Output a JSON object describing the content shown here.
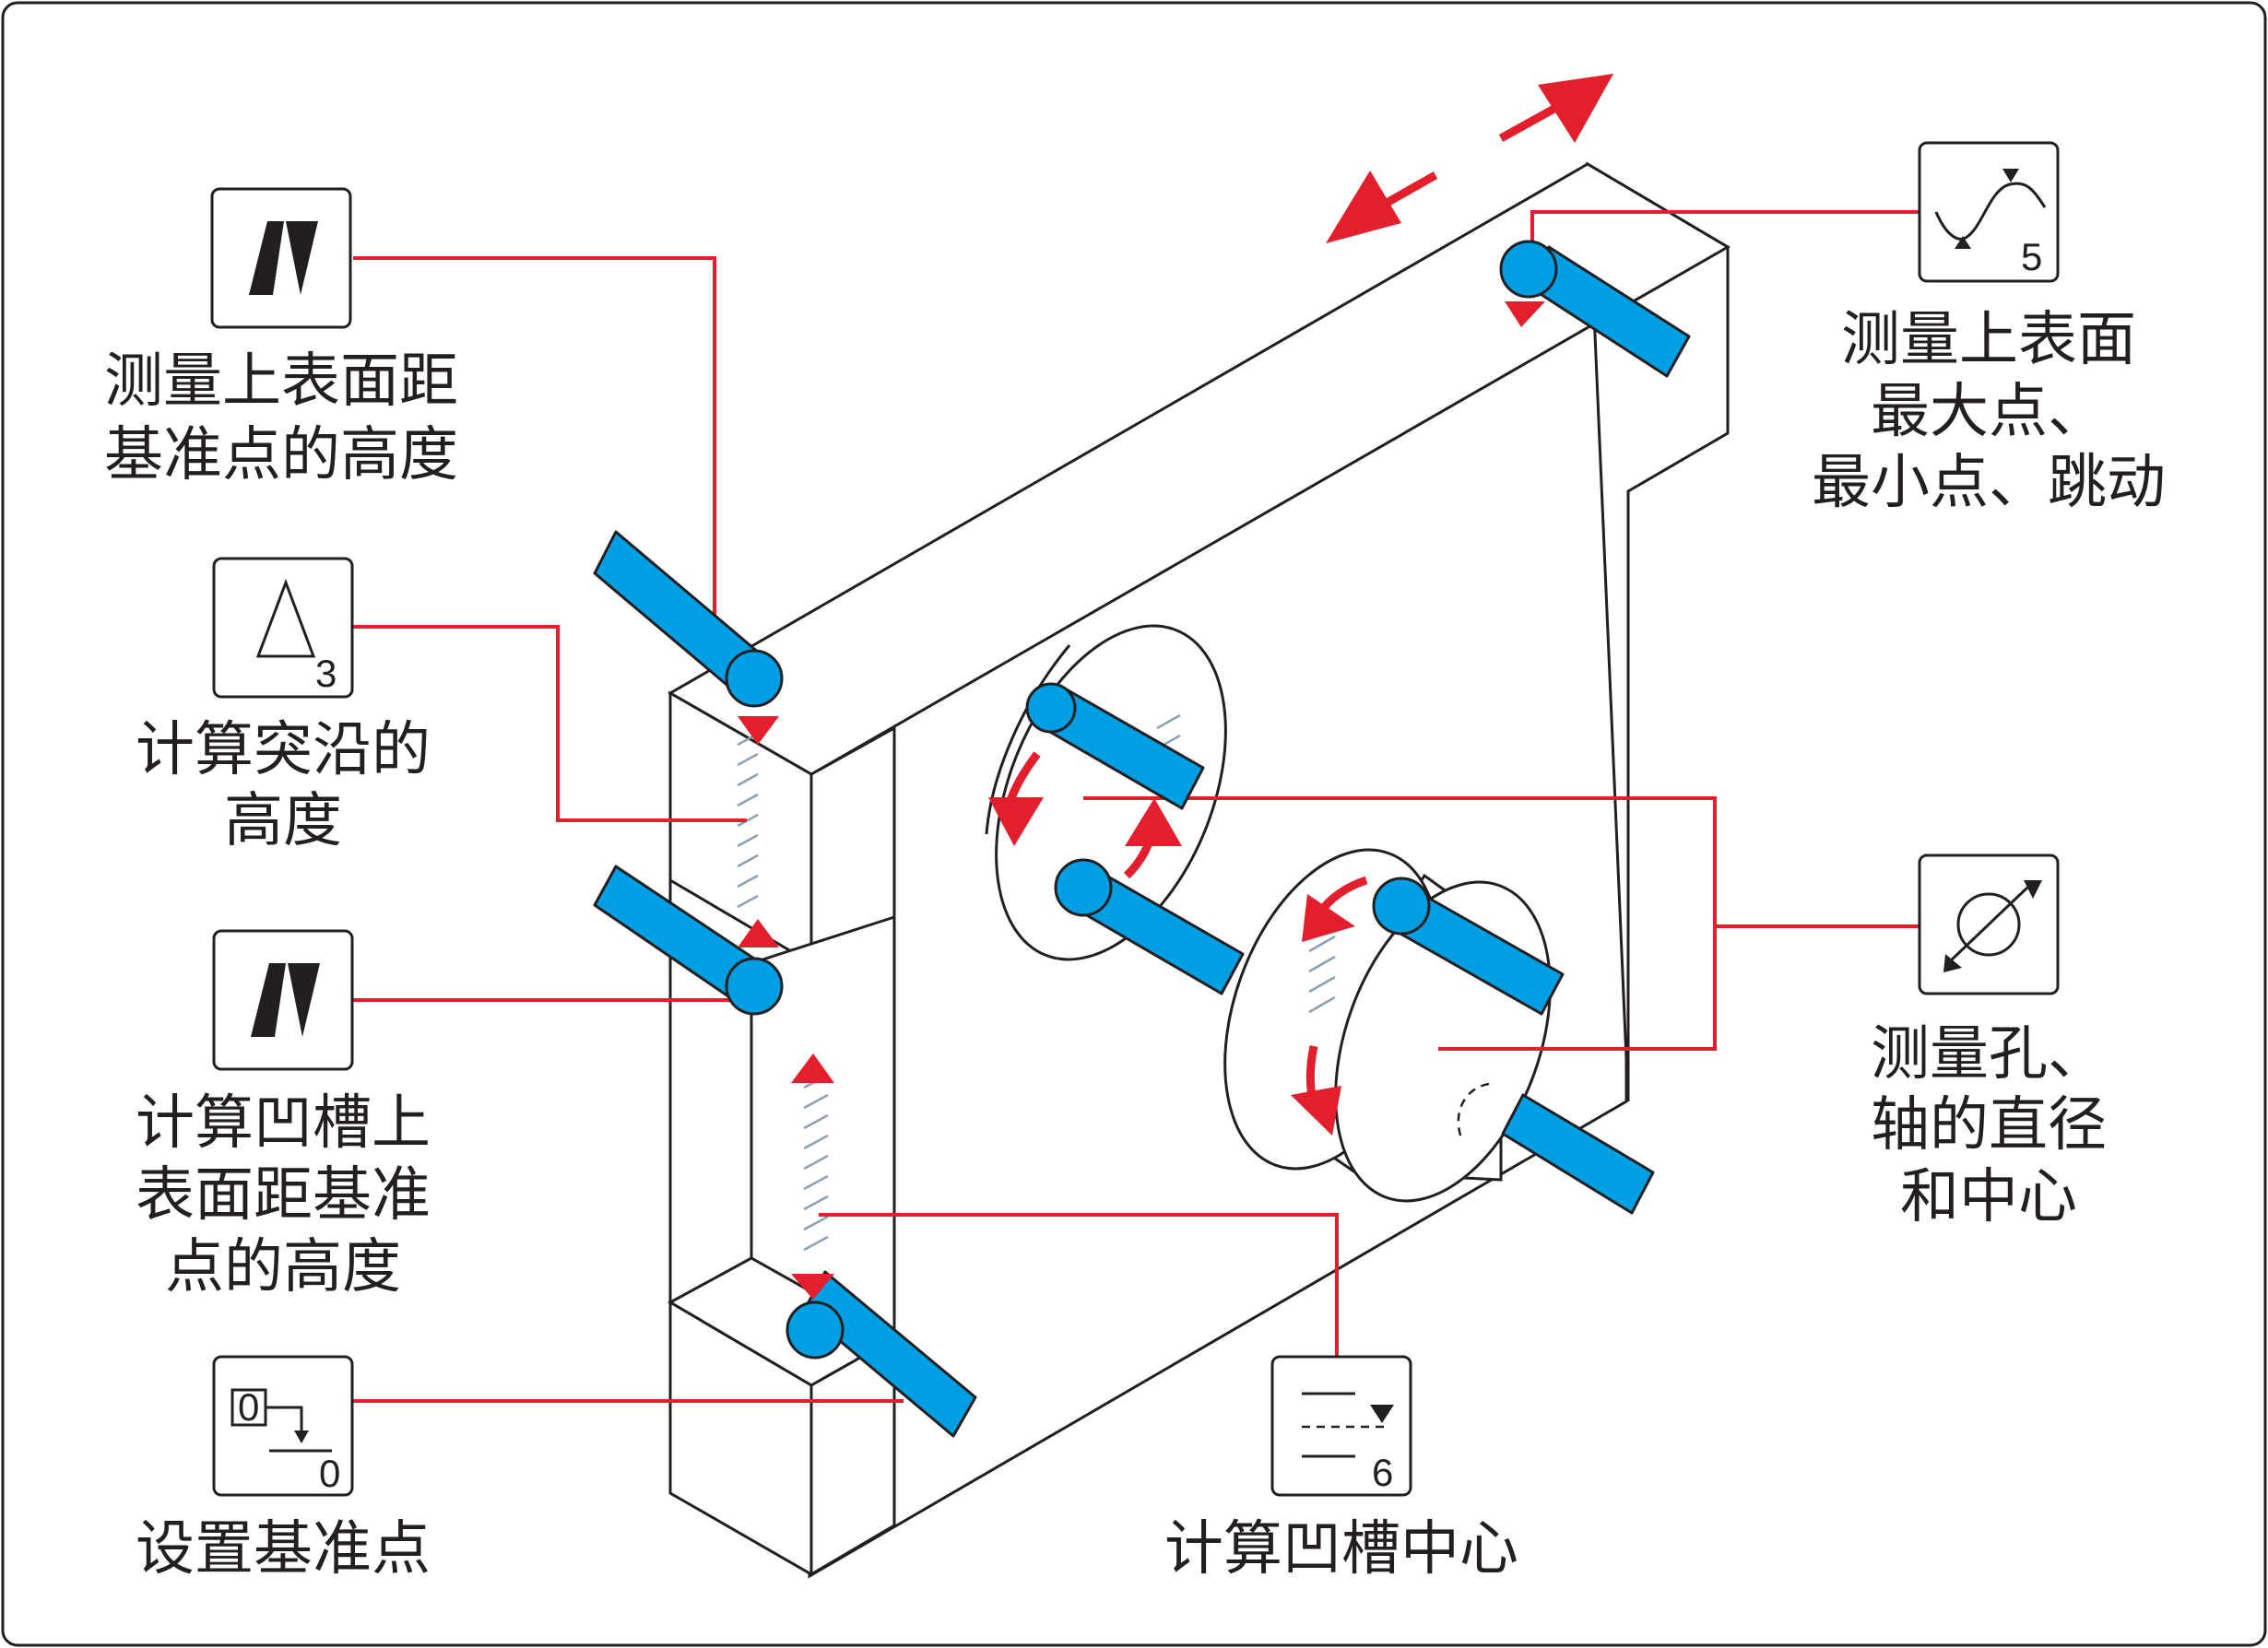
{
  "labels": {
    "top_height": [
      "测量上表面距",
      "基准点的高度"
    ],
    "ledge_height": [
      "计算突沿的",
      "高度"
    ],
    "groove_top_height": [
      "计算凹槽上",
      "表面距基准",
      "点的高度"
    ],
    "set_reference": "设置基准点",
    "groove_center": "计算凹槽中心",
    "top_max_min": [
      "测量上表面",
      "最大点、",
      "最小点、跳动"
    ],
    "hole_shaft": [
      "测量孔、",
      "轴的直径",
      "和中心"
    ]
  },
  "icons": {
    "ledge_height_index": "3",
    "set_reference_value": "0",
    "set_reference_result": "0",
    "groove_center_index": "6",
    "top_max_min_index": "5"
  },
  "colors": {
    "leader": "#e31e2d",
    "probe": "#009fe3"
  }
}
